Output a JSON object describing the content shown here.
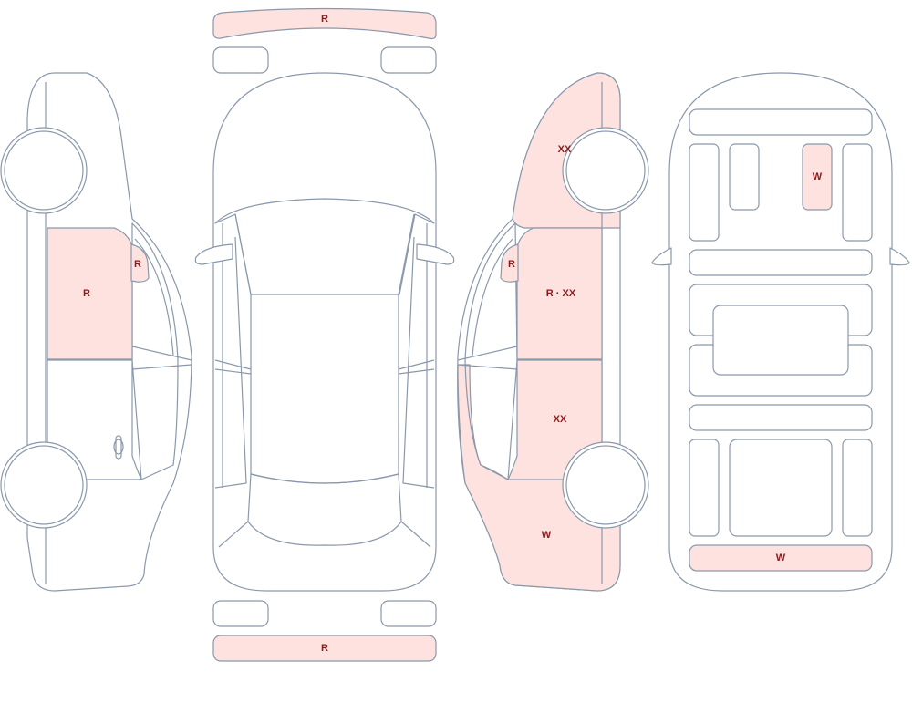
{
  "colors": {
    "outline": "#8a98ab",
    "damage_fill": "#fde2df",
    "label": "#8b1a1a",
    "background": "#ffffff"
  },
  "views": [
    "left-side",
    "top",
    "right-side",
    "interior"
  ],
  "markers": {
    "front_bumper": "R",
    "rear_bumper": "R",
    "left_front_door": "R",
    "left_mirror": "R",
    "right_front_fender": "XX",
    "right_mirror": "R",
    "right_front_door": "R · XX",
    "right_rear_door": "XX",
    "right_rear_quarter": "W",
    "interior_front_right_seat": "W",
    "interior_rear_trim": "W"
  }
}
